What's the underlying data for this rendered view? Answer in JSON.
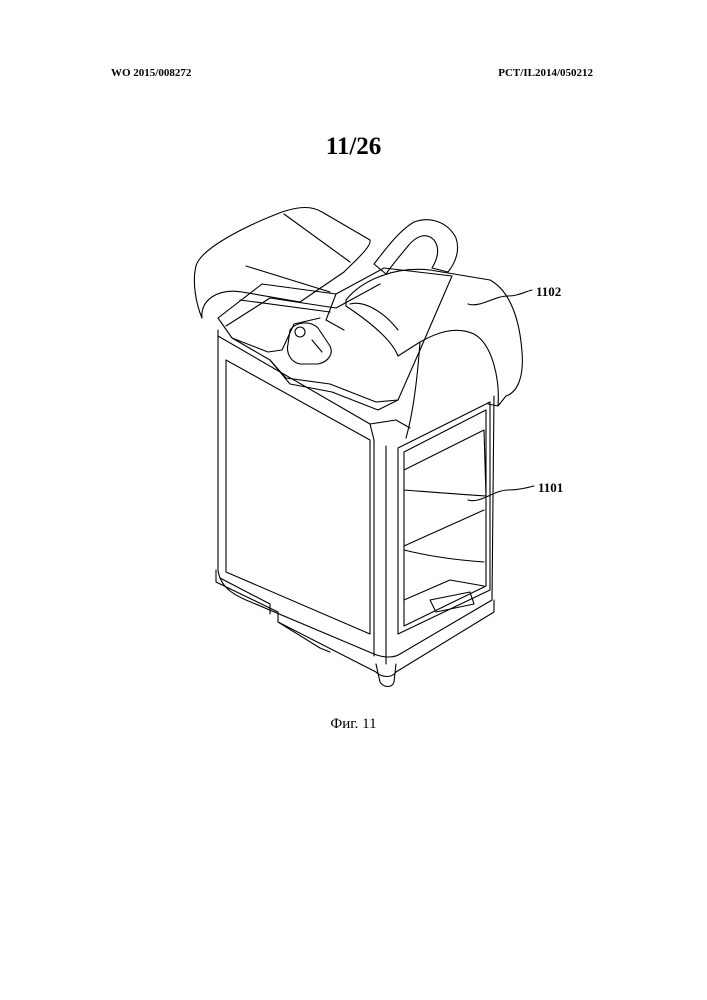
{
  "header": {
    "publication_number": "WO 2015/008272",
    "application_number": "PCT/IL2014/050212"
  },
  "sheet_number": "11/26",
  "figure": {
    "caption": "Фиг. 11",
    "reference_numerals": [
      "1102",
      "1101"
    ]
  }
}
